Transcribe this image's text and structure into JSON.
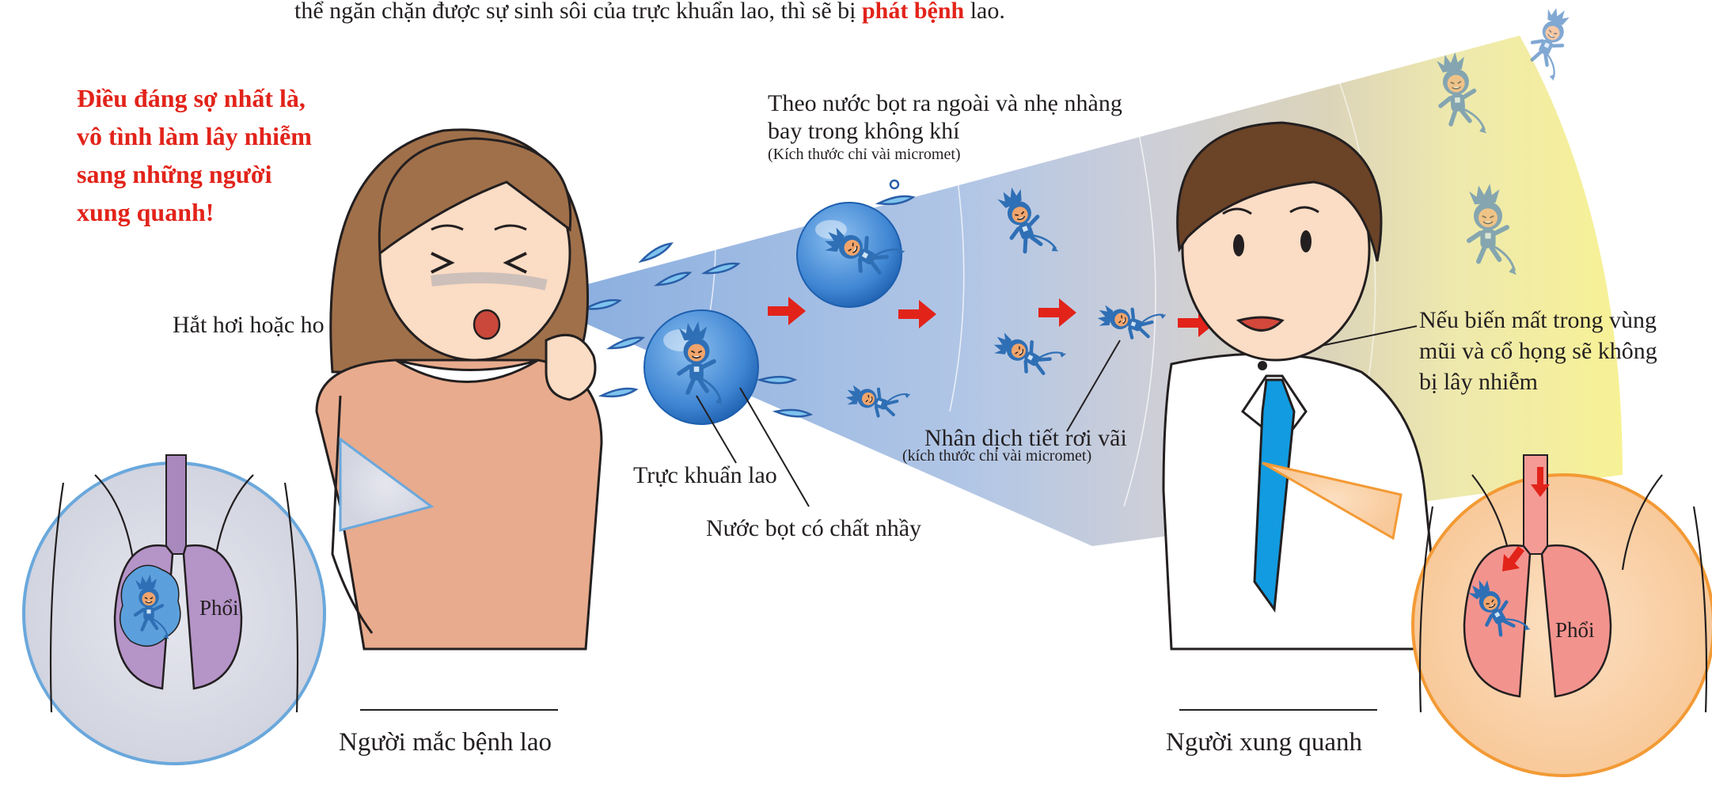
{
  "header": {
    "text_before": "thể ngăn chặn được sự sinh sôi của trực khuẩn lao, thì sẽ bị ",
    "highlight": "phát bệnh",
    "text_after": " lao."
  },
  "warning": {
    "lines": [
      "Điều đáng sợ nhất là,",
      "vô tình làm lây nhiễm",
      "sang những người",
      "xung quanh!"
    ]
  },
  "labels": {
    "sneeze": "Hắt hơi hoặc ho",
    "airborne_line1": "Theo nước bọt ra ngoài và nhẹ nhàng",
    "airborne_line2": "bay trong không khí",
    "airborne_size": "(Kích thước chỉ vài micromet)",
    "bacillus": "Trực khuẩn lao",
    "saliva": "Nước bọt có chất nhầy",
    "droplet_nuclei": "Nhân dịch tiết rơi vãi",
    "droplet_size": "(kích thước chỉ vài micromet)",
    "no_infection_line1": "Nếu biến mất trong vùng",
    "no_infection_line2": "mũi và cổ họng sẽ không",
    "no_infection_line3": "bị lây nhiễm",
    "lung_left": "Phổi",
    "lung_right": "Phổi",
    "patient_caption": "Người mắc bệnh lao",
    "bystander_caption": "Người xung quanh"
  },
  "colors": {
    "accent_red": "#e2231a",
    "cone_blue": "#8fb2e0",
    "cone_grey": "#c9cbd6",
    "cone_yellow": "#f4ee8a",
    "germ_blue": "#2f6fb5",
    "patient_shirt": "#e8ab8d",
    "bystander_tie": "#129be0",
    "left_circle_border": "#6aa8dc",
    "right_circle_border": "#f39a35"
  },
  "icons": [
    "bacillus-character-icon",
    "saliva-bubble-icon",
    "red-arrow-icon",
    "lung-icon"
  ]
}
